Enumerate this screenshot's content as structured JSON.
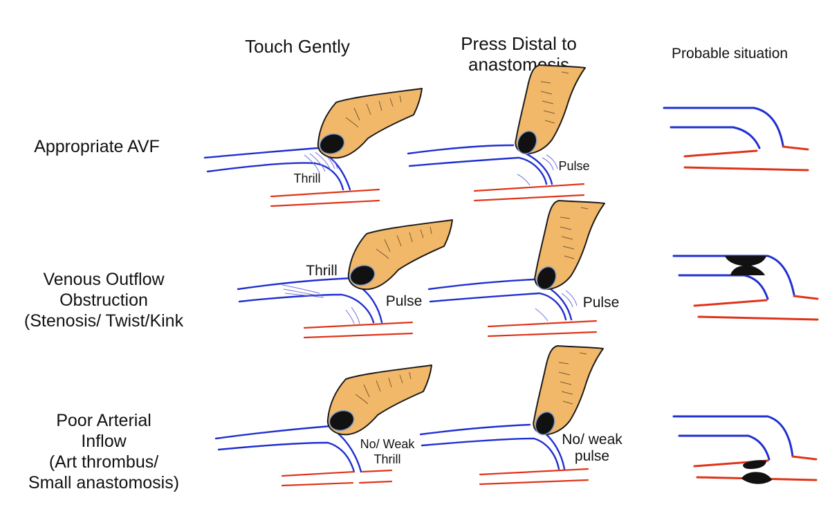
{
  "columns": {
    "touch": "Touch Gently",
    "press_line1": "Press Distal to",
    "press_line2": "anastomosis",
    "probable": "Probable situation"
  },
  "rows": {
    "r1": {
      "line1": "Appropriate AVF"
    },
    "r2": {
      "line1": "Venous Outflow",
      "line2": "Obstruction",
      "line3": "(Stenosis/ Twist/Kink"
    },
    "r3": {
      "line1": "Poor Arterial",
      "line2": "Inflow",
      "line3": "(Art thrombus/",
      "line4": "Small anastomosis)"
    }
  },
  "labels": {
    "r1_touch": "Thrill",
    "r1_press": "Pulse",
    "r2_touch_top": "Thrill",
    "r2_touch_side": "Pulse",
    "r2_press": "Pulse",
    "r3_touch_1": "No/ Weak",
    "r3_touch_2": "Thrill",
    "r3_press_1": "No/ weak",
    "r3_press_2": "pulse"
  },
  "colors": {
    "vein": "#1f2fd0",
    "artery": "#e03318",
    "finger": "#f2b86a",
    "nail": "#111111"
  }
}
